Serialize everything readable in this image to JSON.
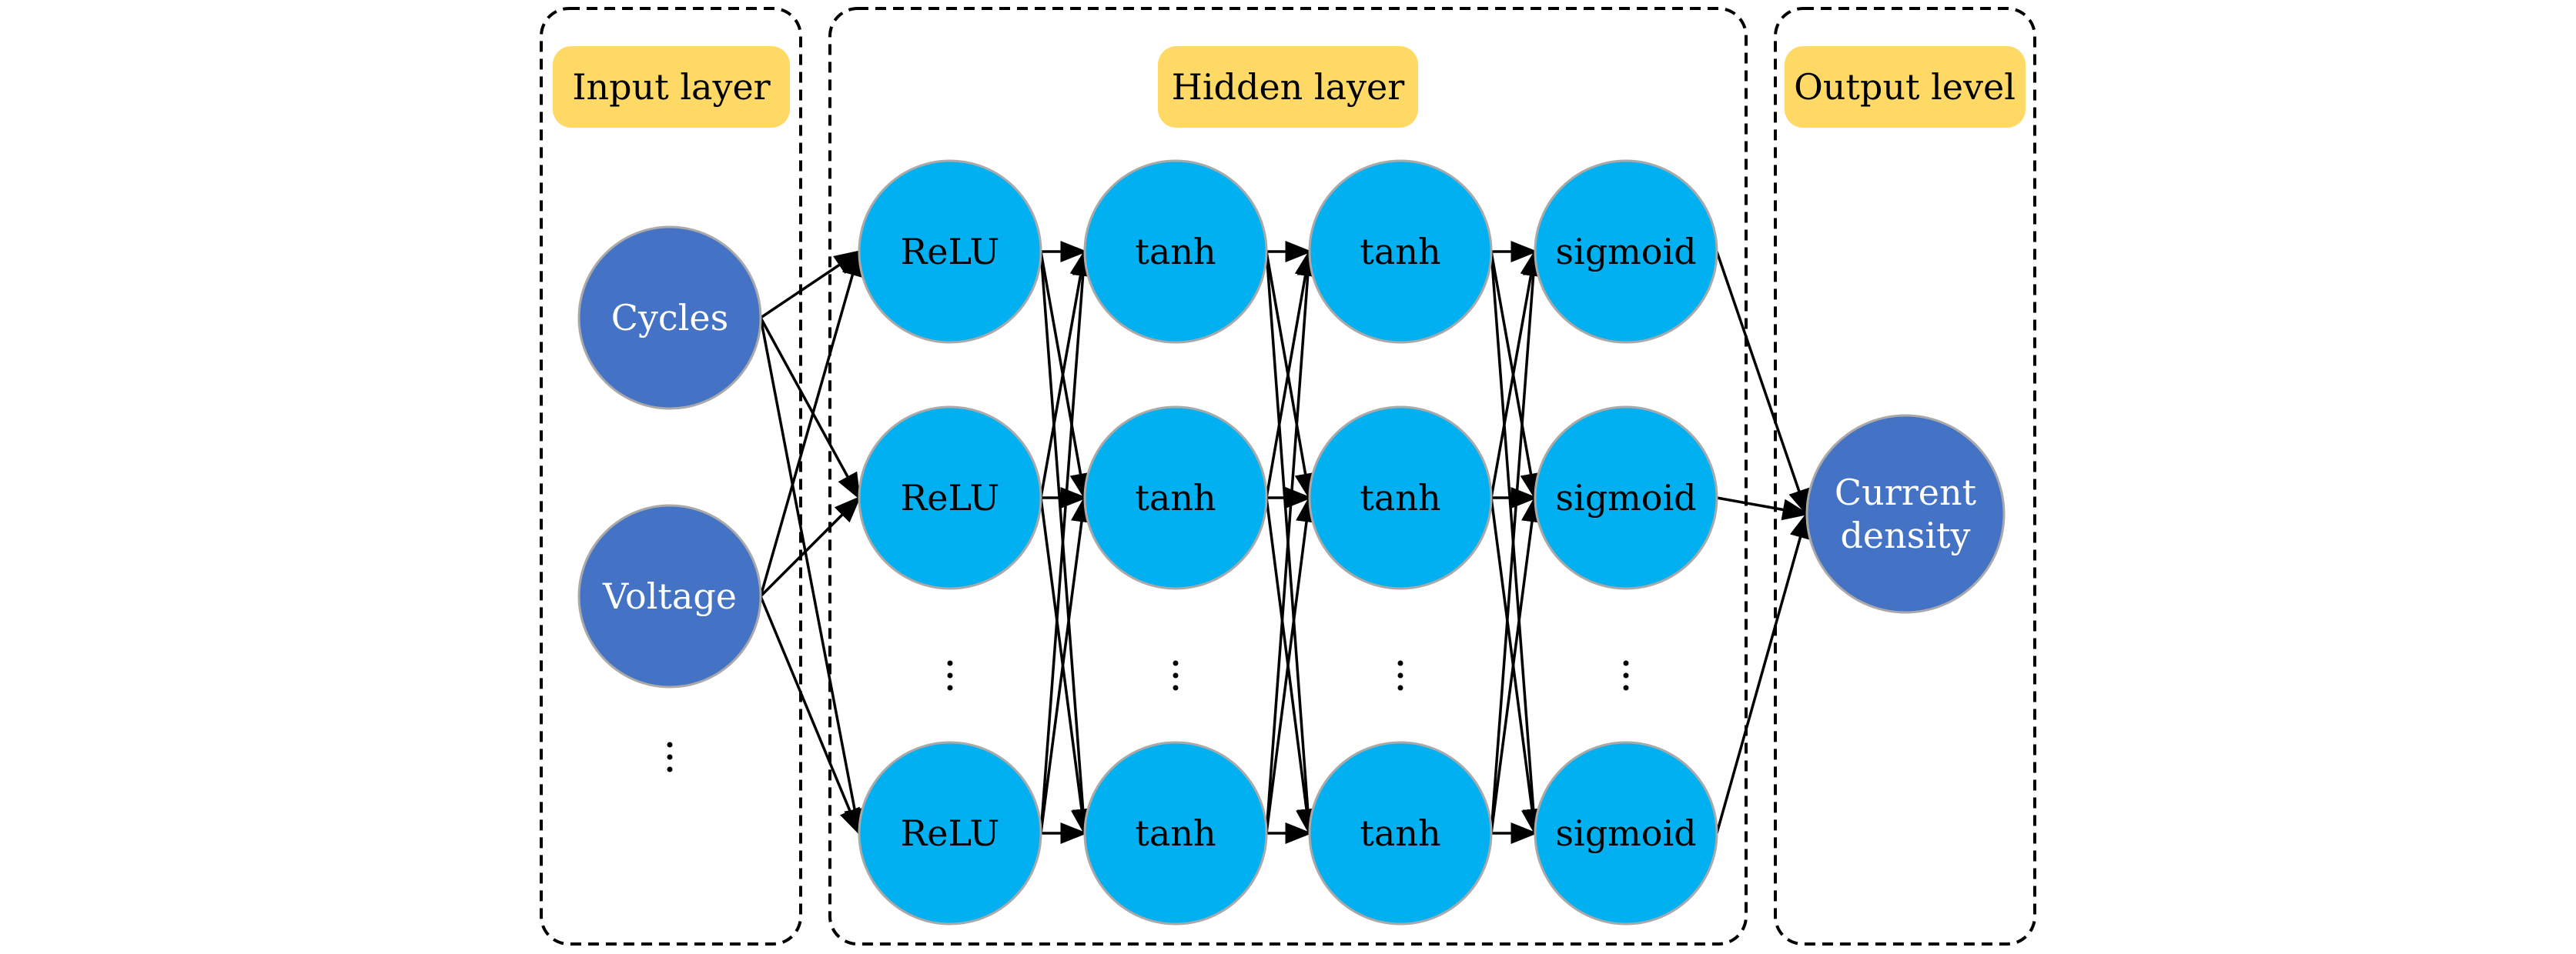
{
  "groups": {
    "input": "Input layer",
    "hidden": "Hidden layer",
    "output": "Output level"
  },
  "nodes": {
    "input": [
      "Cycles",
      "Voltage"
    ],
    "hidden": [
      [
        "ReLU",
        "ReLU",
        "ReLU"
      ],
      [
        "tanh",
        "tanh",
        "tanh"
      ],
      [
        "tanh",
        "tanh",
        "tanh"
      ],
      [
        "sigmoid",
        "sigmoid",
        "sigmoid"
      ]
    ],
    "output": [
      "Current",
      "density"
    ]
  },
  "colors": {
    "input_node": "#4472c4",
    "hidden_node": "#00b0f0",
    "output_node": "#4472c4",
    "header_pill": "#ffd966",
    "input_text": "#ffffff",
    "hidden_text": "#000000",
    "output_text": "#ffffff"
  }
}
